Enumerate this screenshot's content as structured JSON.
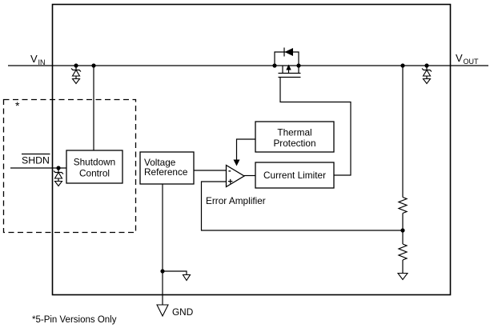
{
  "pins": {
    "vin_base": "V",
    "vin_sub": "IN",
    "vout_base": "V",
    "vout_sub": "OUT",
    "shdn": "SHDN",
    "gnd": "GND"
  },
  "blocks": {
    "shutdown_control": {
      "line1": "Shutdown",
      "line2": "Control"
    },
    "voltage_reference": {
      "line1": "Voltage",
      "line2": "Reference"
    },
    "thermal_protection": {
      "line1": "Thermal",
      "line2": "Protection"
    },
    "current_limiter": {
      "label": "Current Limiter"
    }
  },
  "amplifier": {
    "label": "Error Amplifier",
    "minus": "-",
    "plus": "+"
  },
  "annotations": {
    "asterisk": "*",
    "footnote": "*5-Pin Versions Only"
  },
  "colors": {
    "stroke": "#000000",
    "background": "#ffffff"
  }
}
